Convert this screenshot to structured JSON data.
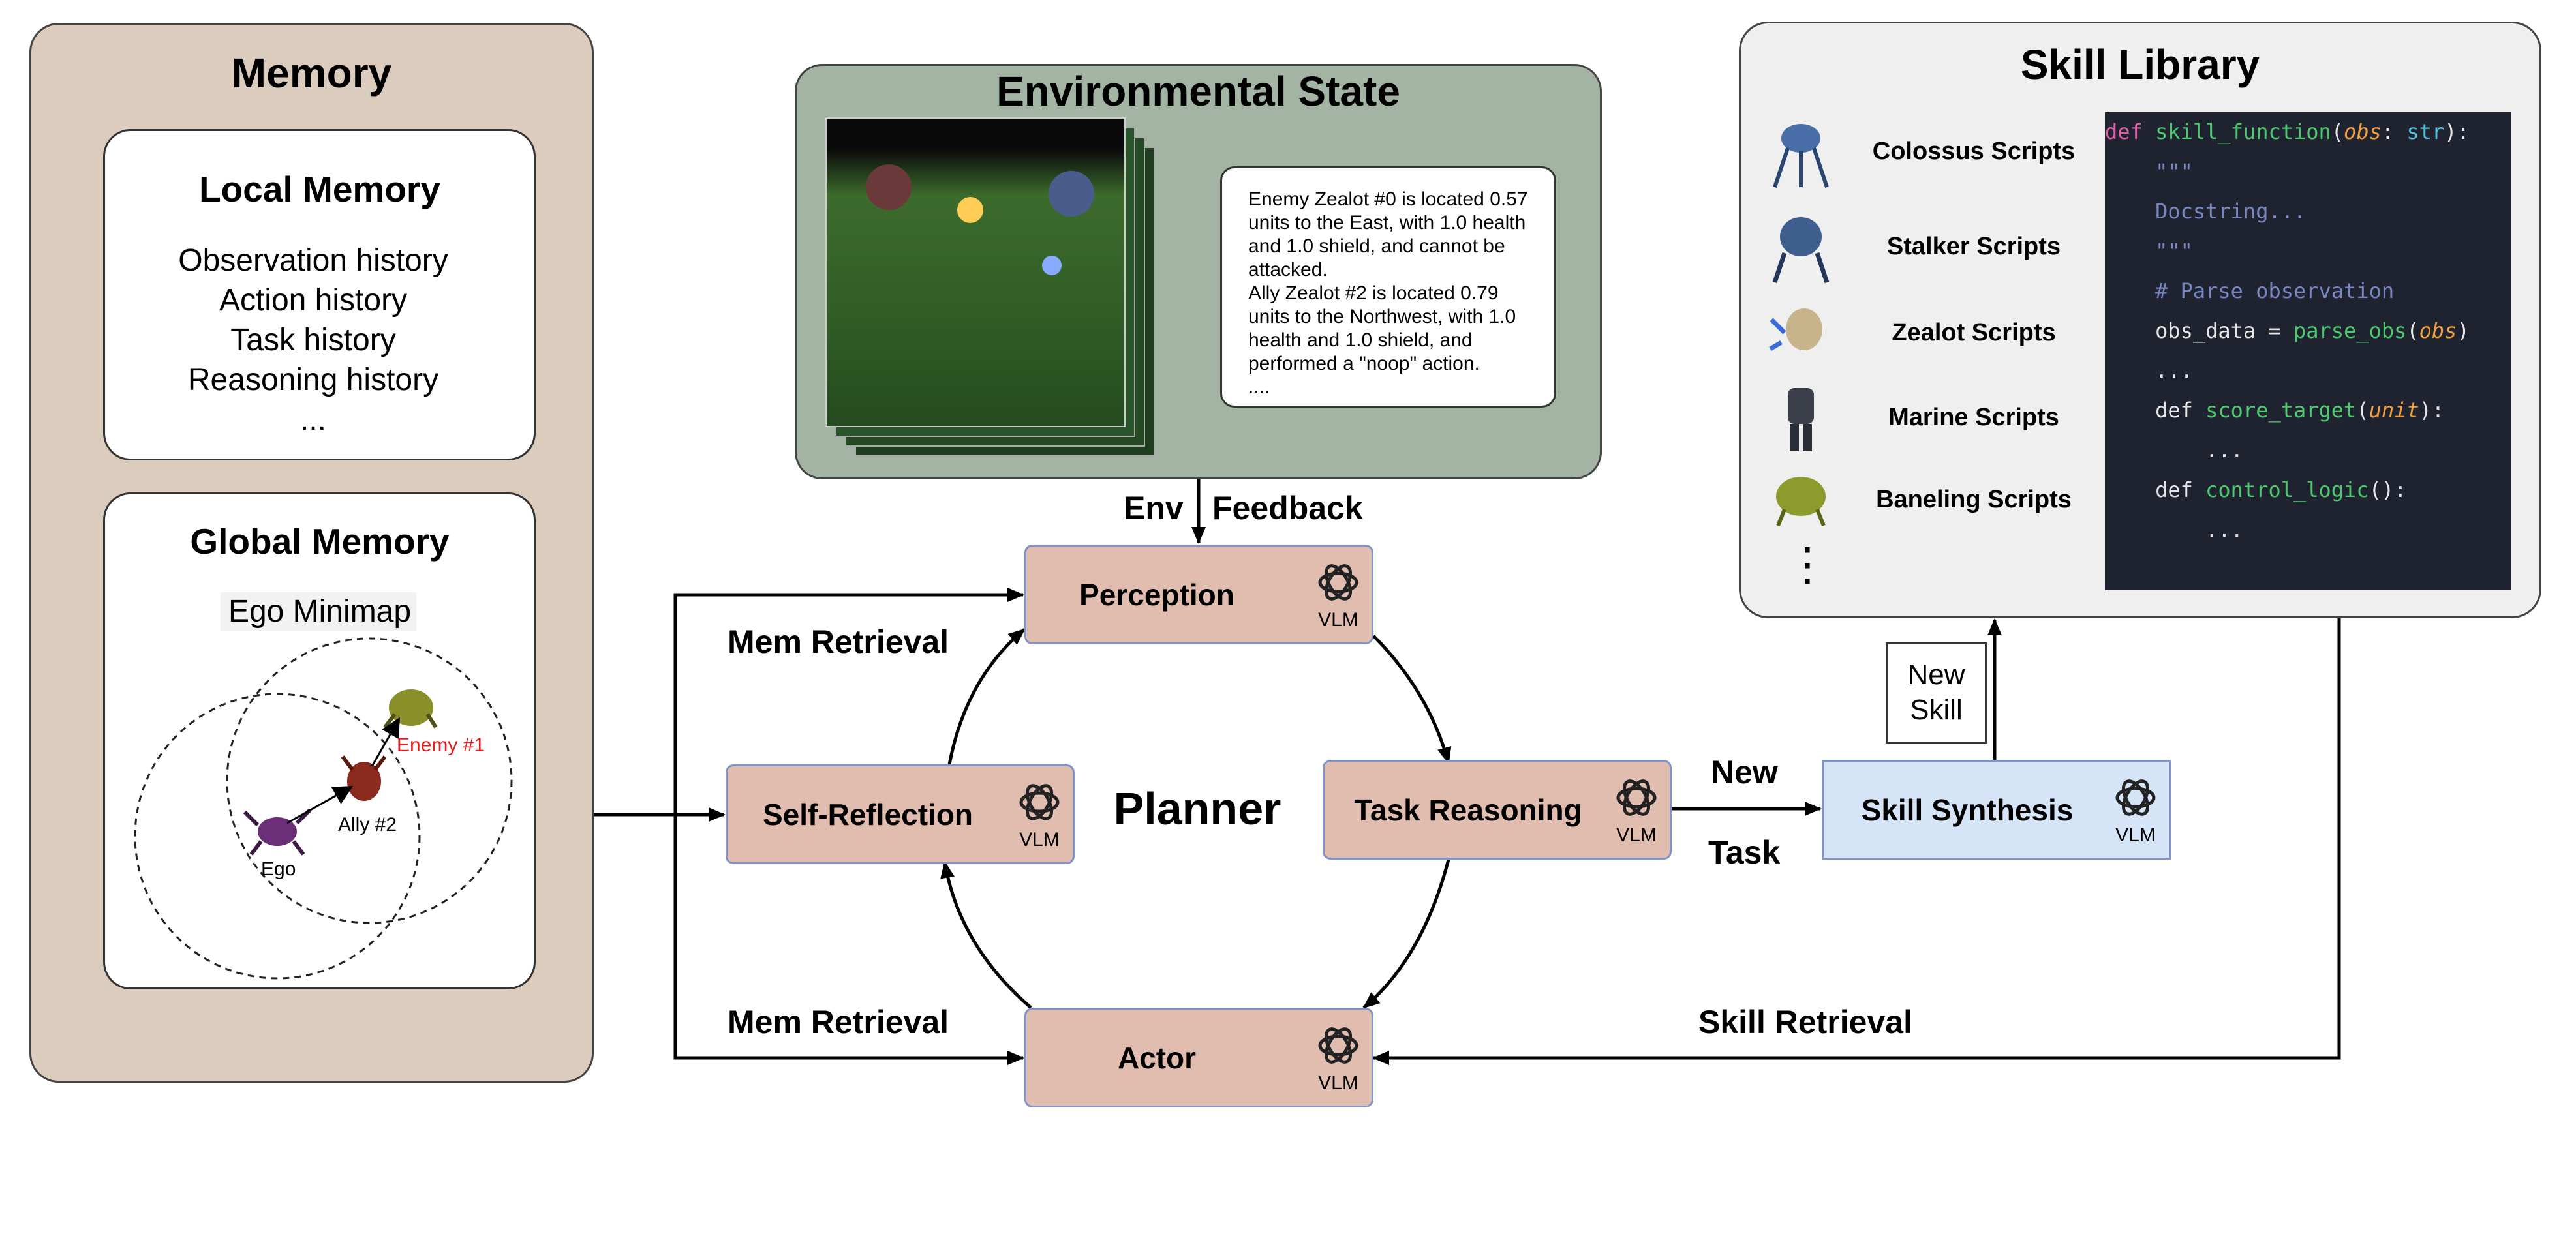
{
  "memory": {
    "title": "Memory",
    "local": {
      "title": "Local Memory",
      "items": [
        "Observation history",
        "Action history",
        "Task history",
        "Reasoning history",
        "..."
      ]
    },
    "global": {
      "title": "Global Memory",
      "minimap_title": "Ego Minimap",
      "labels": {
        "ego": "Ego",
        "ally": "Ally #2",
        "enemy": "Enemy #1"
      }
    }
  },
  "env_state": {
    "title": "Environmental State",
    "description": [
      "Enemy Zealot #0 is located 0.57 units to the East, with 1.0 health and 1.0 shield, and cannot be attacked.",
      "Ally Zealot #2 is located 0.79 units to the Northwest, with 1.0 health and 1.0 shield, and performed a \"noop\" action.",
      "...."
    ],
    "feedback_label_left": "Env",
    "feedback_label_right": "Feedback"
  },
  "skill_library": {
    "title": "Skill Library",
    "scripts": [
      "Colossus Scripts",
      "Stalker Scripts",
      "Zealot Scripts",
      "Marine Scripts",
      "Baneling Scripts"
    ],
    "more": "⋮",
    "code": {
      "l1": {
        "kw": "def ",
        "fn": "skill_function",
        "p1": "(",
        "param": "obs",
        "p2": ": ",
        "type": "str",
        "p3": "):"
      },
      "l2": "    \"\"\"",
      "l3": "    Docstring...",
      "l4": "    \"\"\"",
      "l5": "    # Parse observation",
      "l6": {
        "a": "    obs_data = ",
        "fn": "parse_obs",
        "p1": "(",
        "param": "obs",
        "p2": ")"
      },
      "l7": "    ...",
      "l8": {
        "a": "    def ",
        "fn": "score_target",
        "p1": "(",
        "param": "unit",
        "p2": "):"
      },
      "l9": "        ...",
      "l10": {
        "a": "    def ",
        "fn": "control_logic",
        "p1": "():"
      },
      "l11": "        ..."
    }
  },
  "planner": {
    "title": "Planner",
    "perception": "Perception",
    "task_reasoning": "Task Reasoning",
    "actor": "Actor",
    "self_reflection": "Self-Reflection",
    "vlm": "VLM"
  },
  "skill_synthesis": {
    "label": "Skill Synthesis",
    "vlm": "VLM",
    "note": [
      "New",
      "Skill"
    ]
  },
  "edges": {
    "mem_retrieval_top": "Mem Retrieval",
    "mem_retrieval_bottom": "Mem Retrieval",
    "new": "New",
    "task": "Task",
    "skill_retrieval": "Skill Retrieval"
  },
  "colors": {
    "memory_bg": "#dcccbd",
    "env_bg": "#a4b4a4",
    "library_bg": "#efefef",
    "node_bg": "#e0bdaf",
    "synthesis_bg": "#d6e4f7",
    "enemy_label": "#e02020"
  }
}
